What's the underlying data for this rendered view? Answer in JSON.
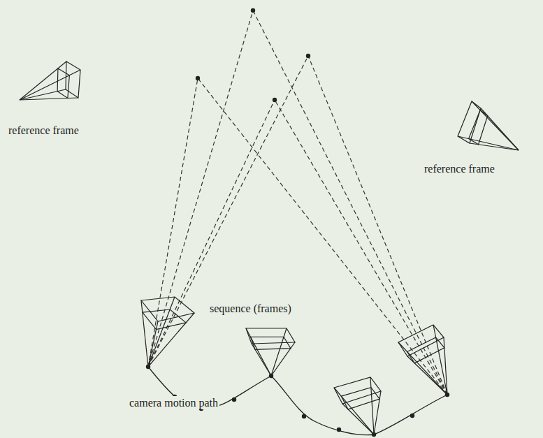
{
  "diagram": {
    "labels": [
      "reference frame",
      "reference frame",
      "sequence (frames)",
      "camera motion path"
    ]
  }
}
